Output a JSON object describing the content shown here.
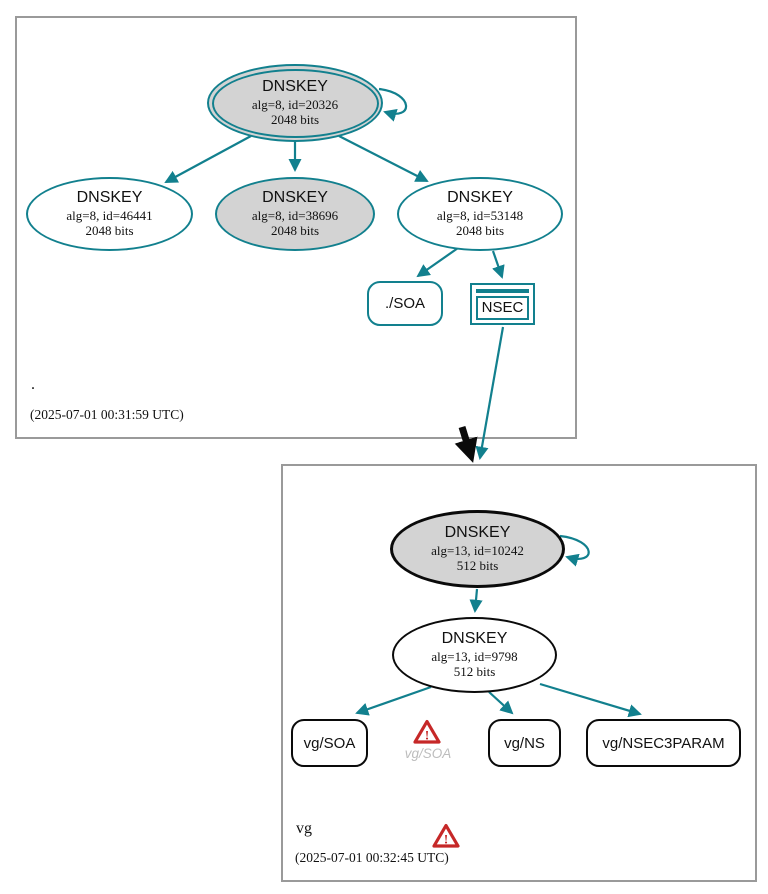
{
  "zones": [
    {
      "name": ".",
      "timestamp": "(2025-07-01 00:31:59 UTC)",
      "nodes": {
        "ksk": {
          "title": "DNSKEY",
          "detail": "alg=8, id=20326",
          "bits": "2048 bits"
        },
        "key46441": {
          "title": "DNSKEY",
          "detail": "alg=8, id=46441",
          "bits": "2048 bits"
        },
        "key38696": {
          "title": "DNSKEY",
          "detail": "alg=8, id=38696",
          "bits": "2048 bits"
        },
        "key53148": {
          "title": "DNSKEY",
          "detail": "alg=8, id=53148",
          "bits": "2048 bits"
        },
        "soa": {
          "label": "./SOA"
        },
        "nsec": {
          "label": "NSEC"
        }
      }
    },
    {
      "name": "vg",
      "timestamp": "(2025-07-01 00:32:45 UTC)",
      "warning_rrset_label": "vg/SOA",
      "nodes": {
        "ksk": {
          "title": "DNSKEY",
          "detail": "alg=13, id=10242",
          "bits": "512 bits"
        },
        "zsk": {
          "title": "DNSKEY",
          "detail": "alg=13, id=9798",
          "bits": "512 bits"
        },
        "soa": {
          "label": "vg/SOA"
        },
        "ns": {
          "label": "vg/NS"
        },
        "nsec3param": {
          "label": "vg/NSEC3PARAM"
        }
      }
    }
  ],
  "icons": {
    "warning_glyph": "!"
  },
  "colors": {
    "edge_teal": "#12808E",
    "node_fill_gray": "#d3d3d3",
    "warning_red": "#C62828",
    "muted_label_gray": "#bdbdbd",
    "zone_box_border": "#9a9a9a",
    "black": "#0a0a0a"
  }
}
